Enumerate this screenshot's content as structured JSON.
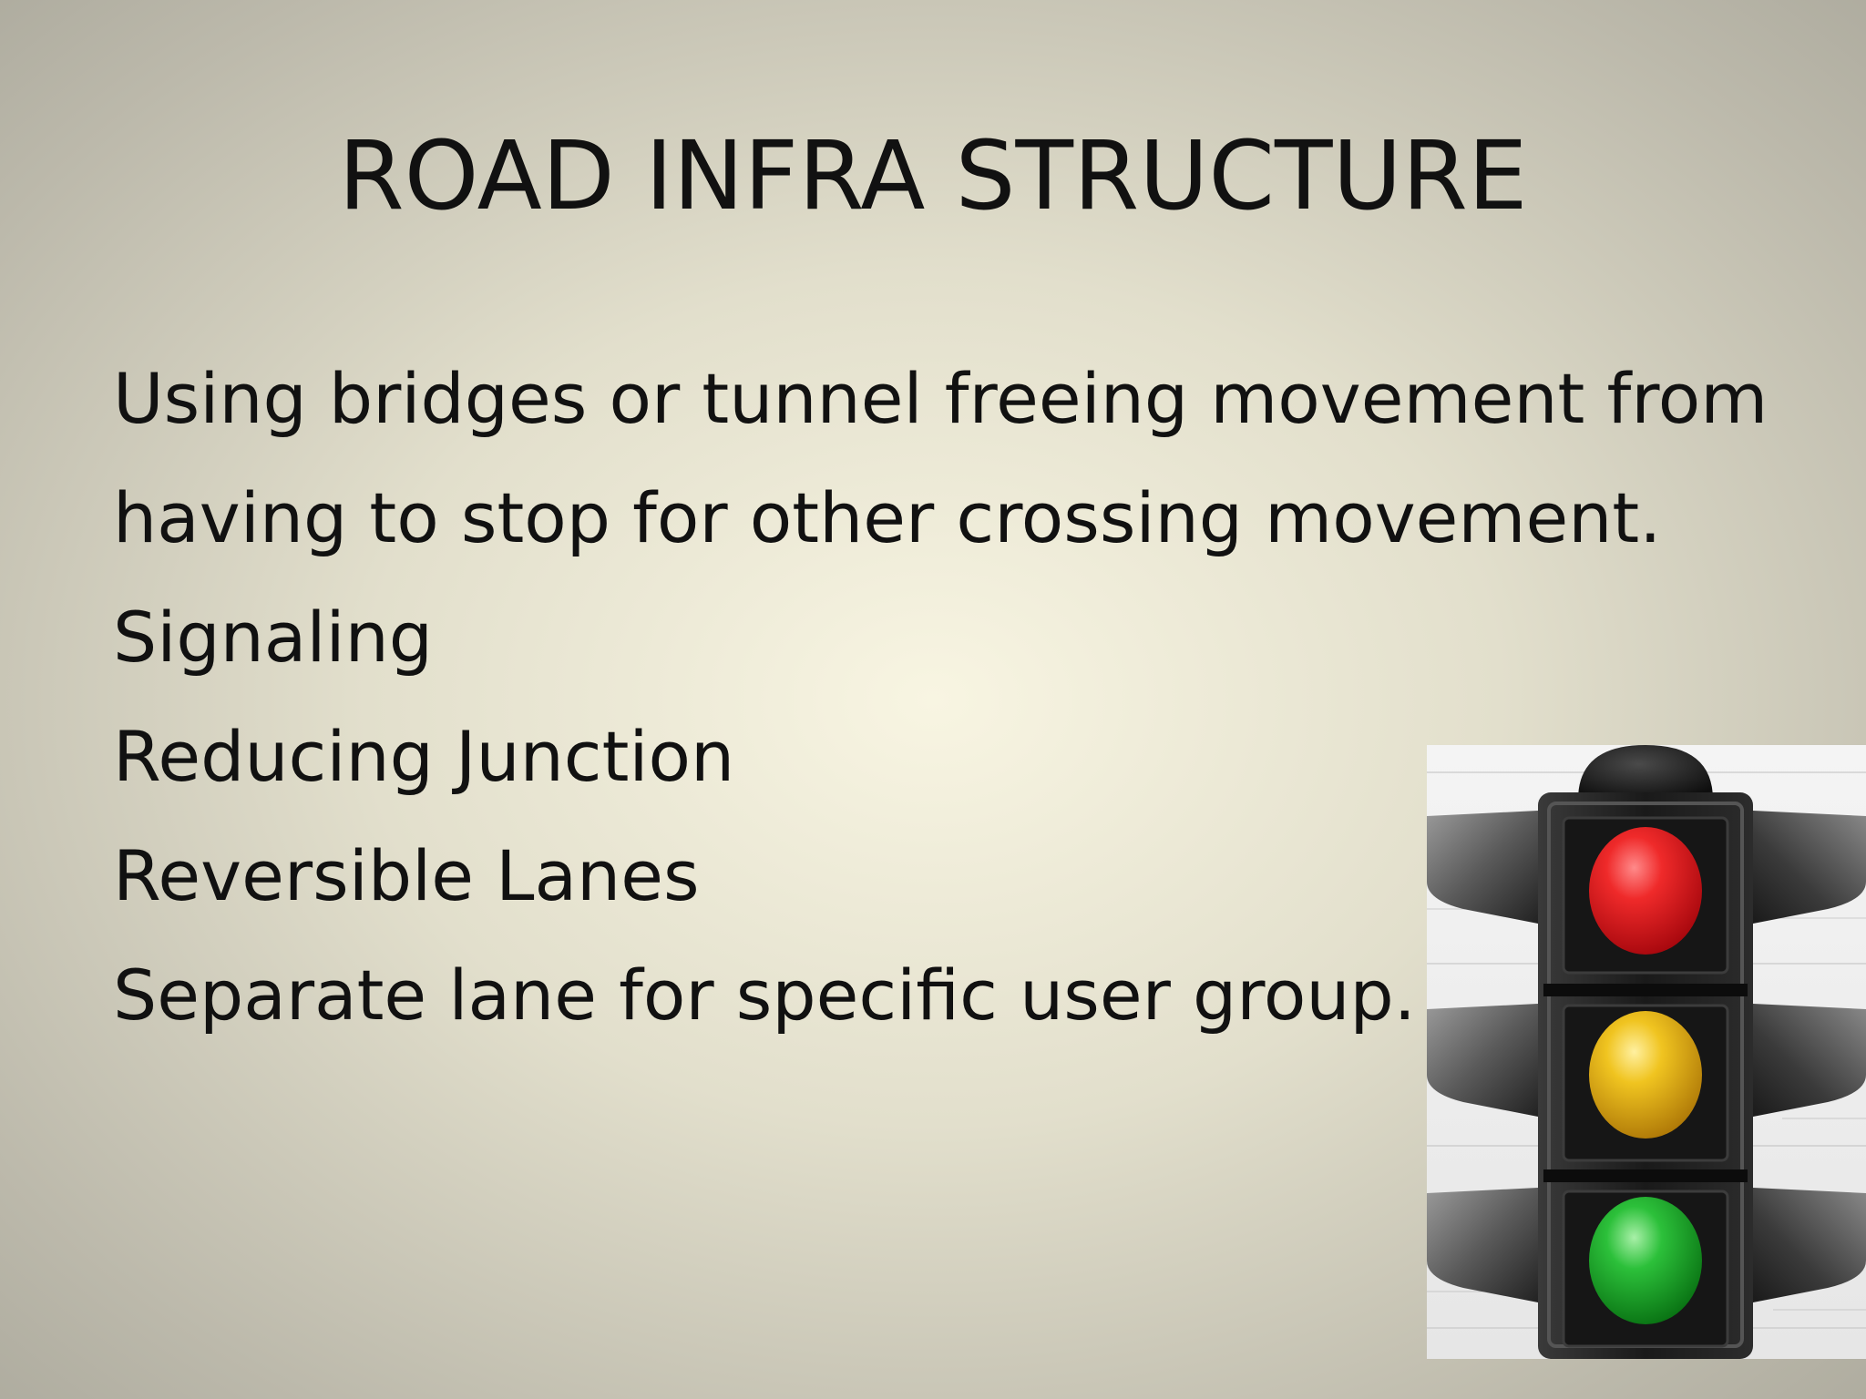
{
  "slide": {
    "title": "ROAD INFRA STRUCTURE",
    "bullets": [
      "Using bridges or tunnel freeing movement from",
      "having to stop for other crossing movement.",
      "Signaling",
      "Reducing Junction",
      "Reversible Lanes",
      "Separate lane for specific user group."
    ]
  },
  "image": {
    "icon": "traffic-light-icon",
    "colors": {
      "red": "#e0141c",
      "amber": "#e8b818",
      "green": "#1ca82c",
      "housing": "#1c1c1c"
    }
  }
}
